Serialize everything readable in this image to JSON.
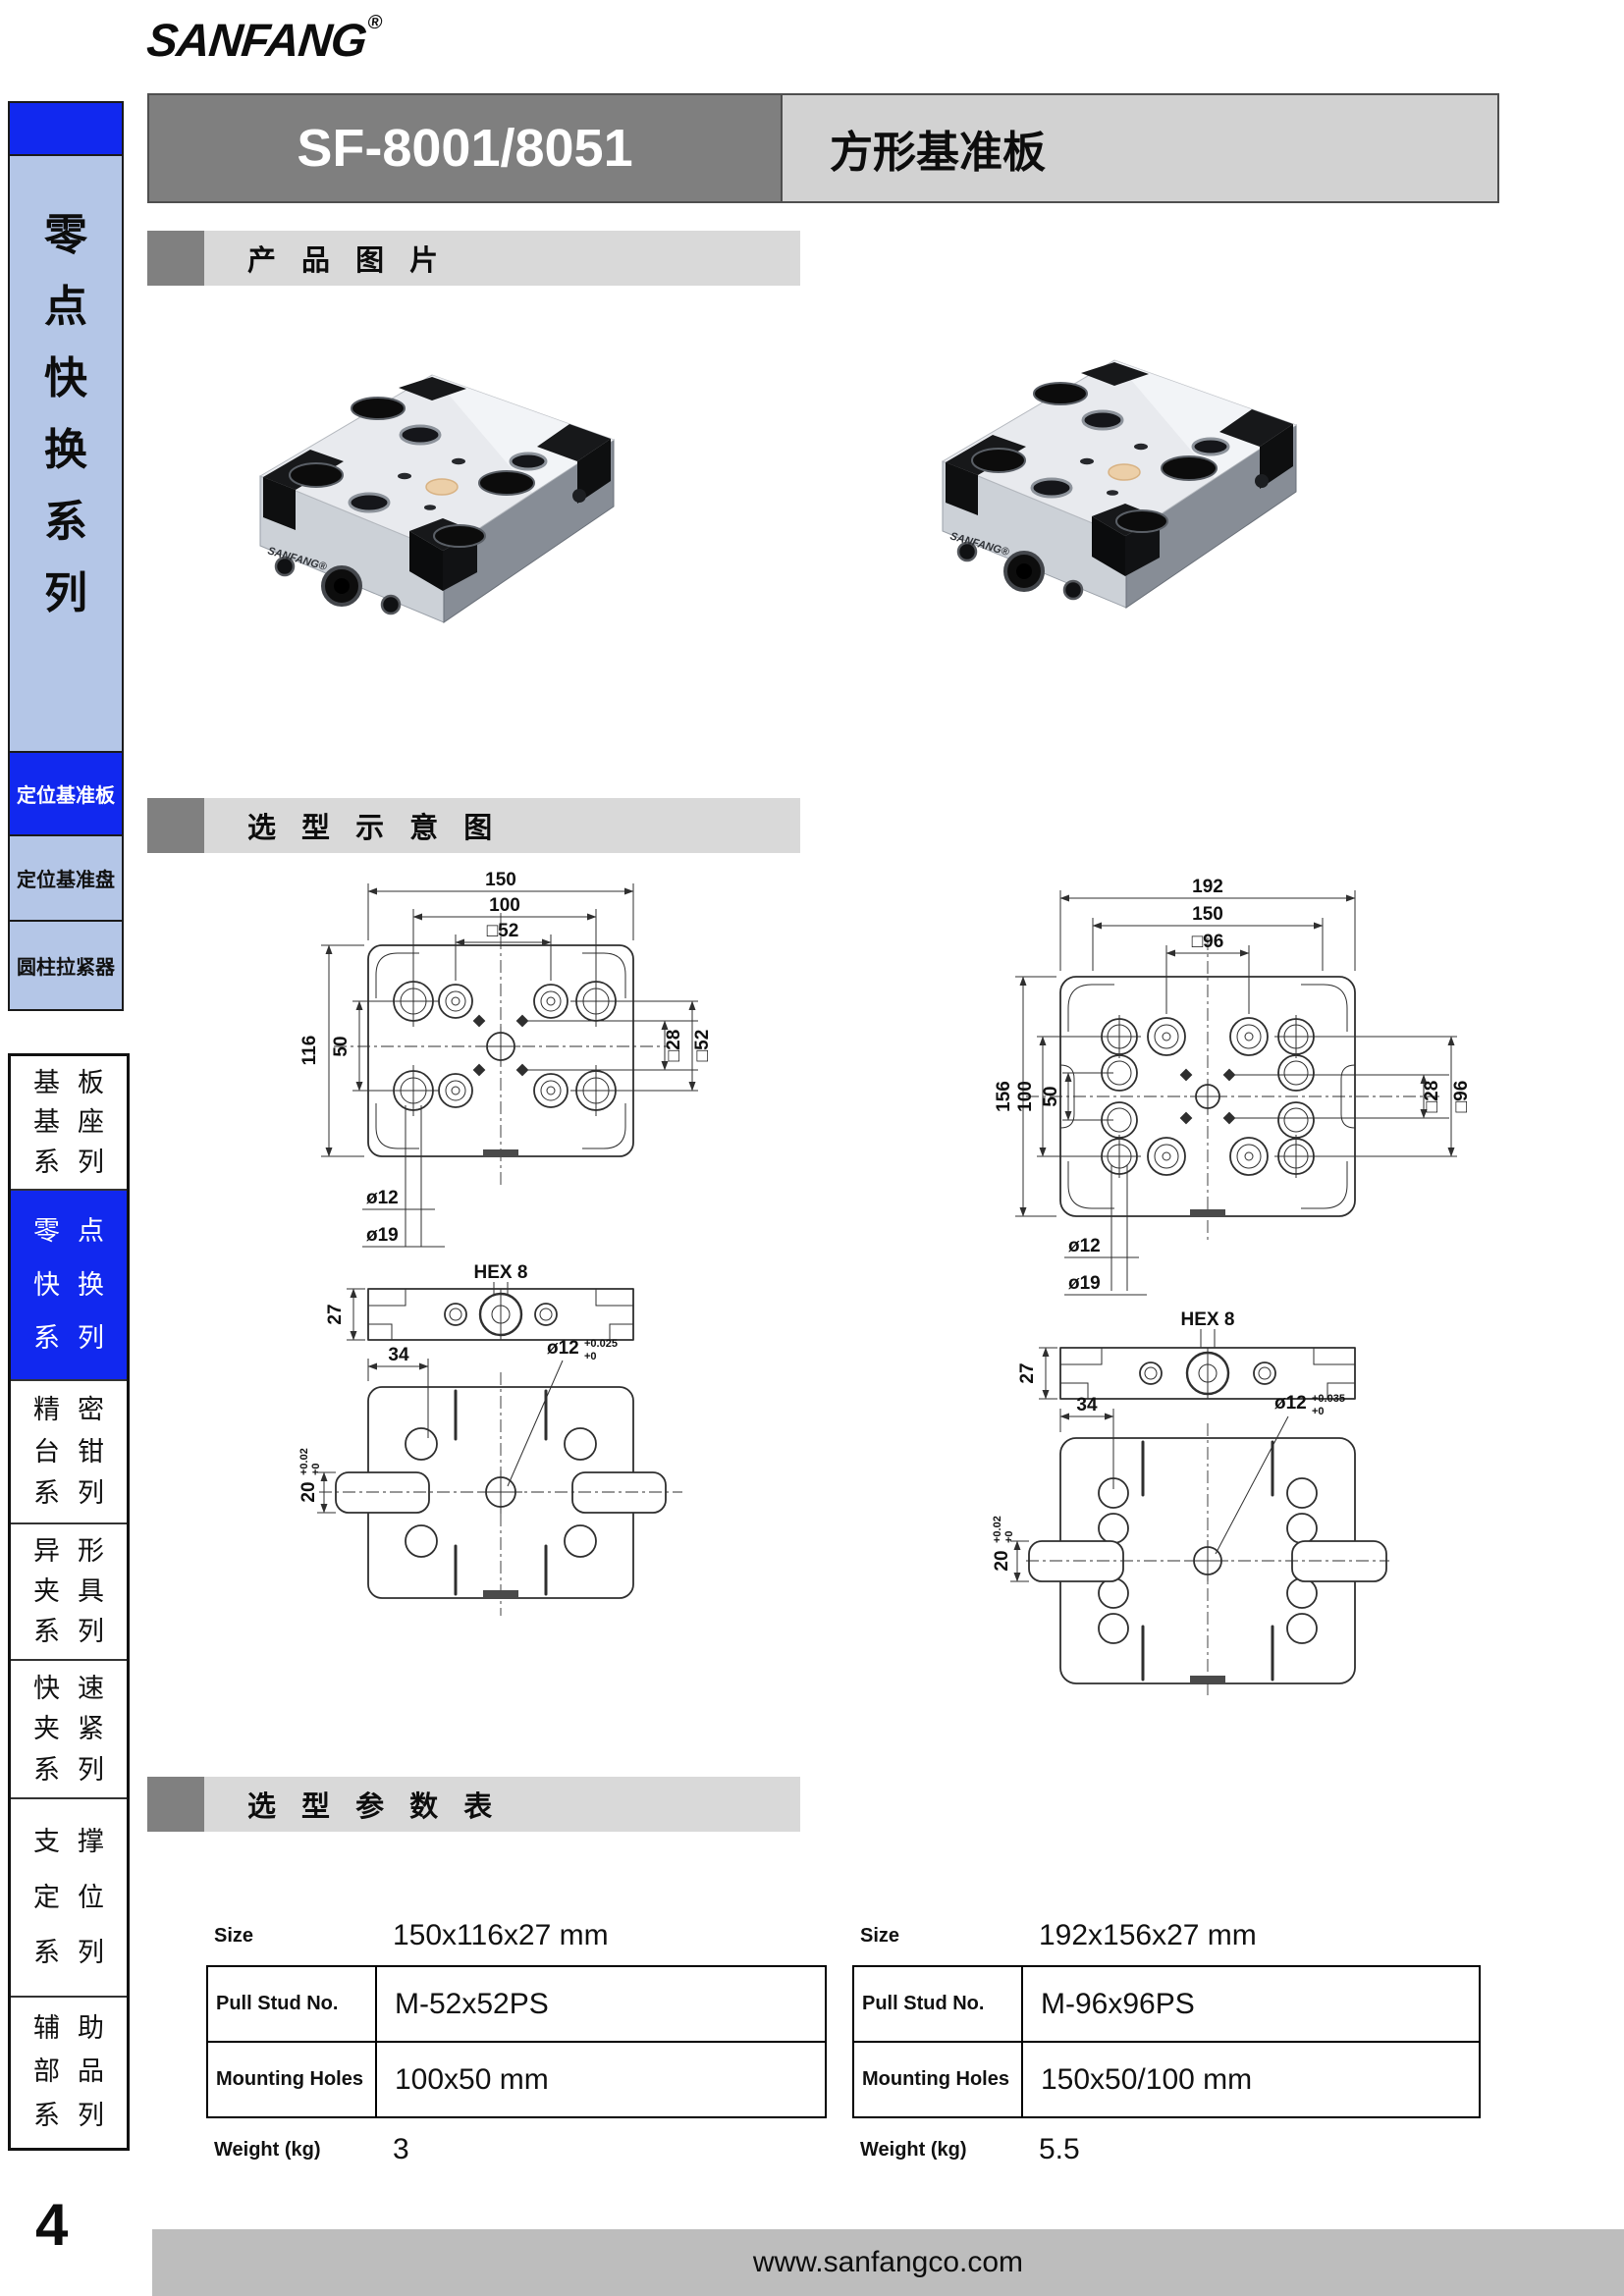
{
  "brand": {
    "name": "SANFANG",
    "registered": "®"
  },
  "header": {
    "model": "SF-8001/8051",
    "title": "方形基准板"
  },
  "colors": {
    "accent_blue": "#1128ef",
    "sidebar_light_blue": "#b4c6e7",
    "header_dark_gray": "#7f7f7f",
    "header_light_gray": "#d2d2d2",
    "section_bar_gray": "#d9d9d9",
    "section_square_gray": "#808080",
    "footer_gray": "#bdbdbd"
  },
  "sidebar": {
    "series_title": "零点快换系列",
    "tabs": [
      {
        "label": "定位基准板",
        "active": true
      },
      {
        "label": "定位基准盘",
        "active": false
      },
      {
        "label": "圆柱拉紧器",
        "active": false
      }
    ],
    "menu": [
      {
        "lines": [
          "基板",
          "基座",
          "系列"
        ],
        "active": false
      },
      {
        "lines": [
          "零点",
          "快换",
          "系列"
        ],
        "active": true
      },
      {
        "lines": [
          "精密",
          "台钳",
          "系列"
        ],
        "active": false
      },
      {
        "lines": [
          "异形",
          "夹具",
          "系列"
        ],
        "active": false
      },
      {
        "lines": [
          "快速",
          "夹紧",
          "系列"
        ],
        "active": false
      },
      {
        "lines": [
          "支撑",
          "定位",
          "系列"
        ],
        "active": false
      },
      {
        "lines": [
          "辅助",
          "部品",
          "系列"
        ],
        "active": false
      }
    ]
  },
  "sections": {
    "product_images": "产 品 图 片",
    "selection_diagram": "选 型 示 意 图",
    "selection_parameters": "选 型 参 数 表"
  },
  "product_render": {
    "brand_text": "SANFANG®"
  },
  "drawings": {
    "left": {
      "w_outer": "150",
      "w_mid": "100",
      "w_inner": "□52",
      "h_outer": "116",
      "h_inner": "50",
      "r_inner": "□28",
      "r_outer": "□52",
      "d_small": "ø12",
      "d_large": "ø19",
      "hex": "HEX 8",
      "thk": "27",
      "slot_w": "34",
      "bore": "ø12",
      "bore_up": "+0.025",
      "bore_dn": "+0",
      "slot": "20",
      "slot_up": "+0.02",
      "slot_dn": "+0"
    },
    "right": {
      "w_outer": "192",
      "w_mid": "150",
      "w_inner": "□96",
      "h_outer": "156",
      "h_mid": "100",
      "h_inner": "50",
      "r_inner": "□28",
      "r_outer": "□96",
      "d_small": "ø12",
      "d_large": "ø19",
      "hex": "HEX 8",
      "thk": "27",
      "slot_w": "34",
      "bore": "ø12",
      "bore_up": "+0.035",
      "bore_dn": "+0",
      "slot": "20",
      "slot_up": "+0.02",
      "slot_dn": "+0"
    }
  },
  "tables": {
    "left": {
      "size_label": "Size",
      "size_value": "150x116x27 mm",
      "pull_stud_label": "Pull Stud No.",
      "pull_stud_value": "M-52x52PS",
      "mounting_label": "Mounting Holes",
      "mounting_value": "100x50 mm",
      "weight_label": "Weight (kg)",
      "weight_value": "3"
    },
    "right": {
      "size_label": "Size",
      "size_value": "192x156x27 mm",
      "pull_stud_label": "Pull Stud No.",
      "pull_stud_value": "M-96x96PS",
      "mounting_label": "Mounting Holes",
      "mounting_value": "150x50/100 mm",
      "weight_label": "Weight (kg)",
      "weight_value": "5.5"
    }
  },
  "footer": {
    "page_number": "4",
    "website": "www.sanfangco.com"
  }
}
